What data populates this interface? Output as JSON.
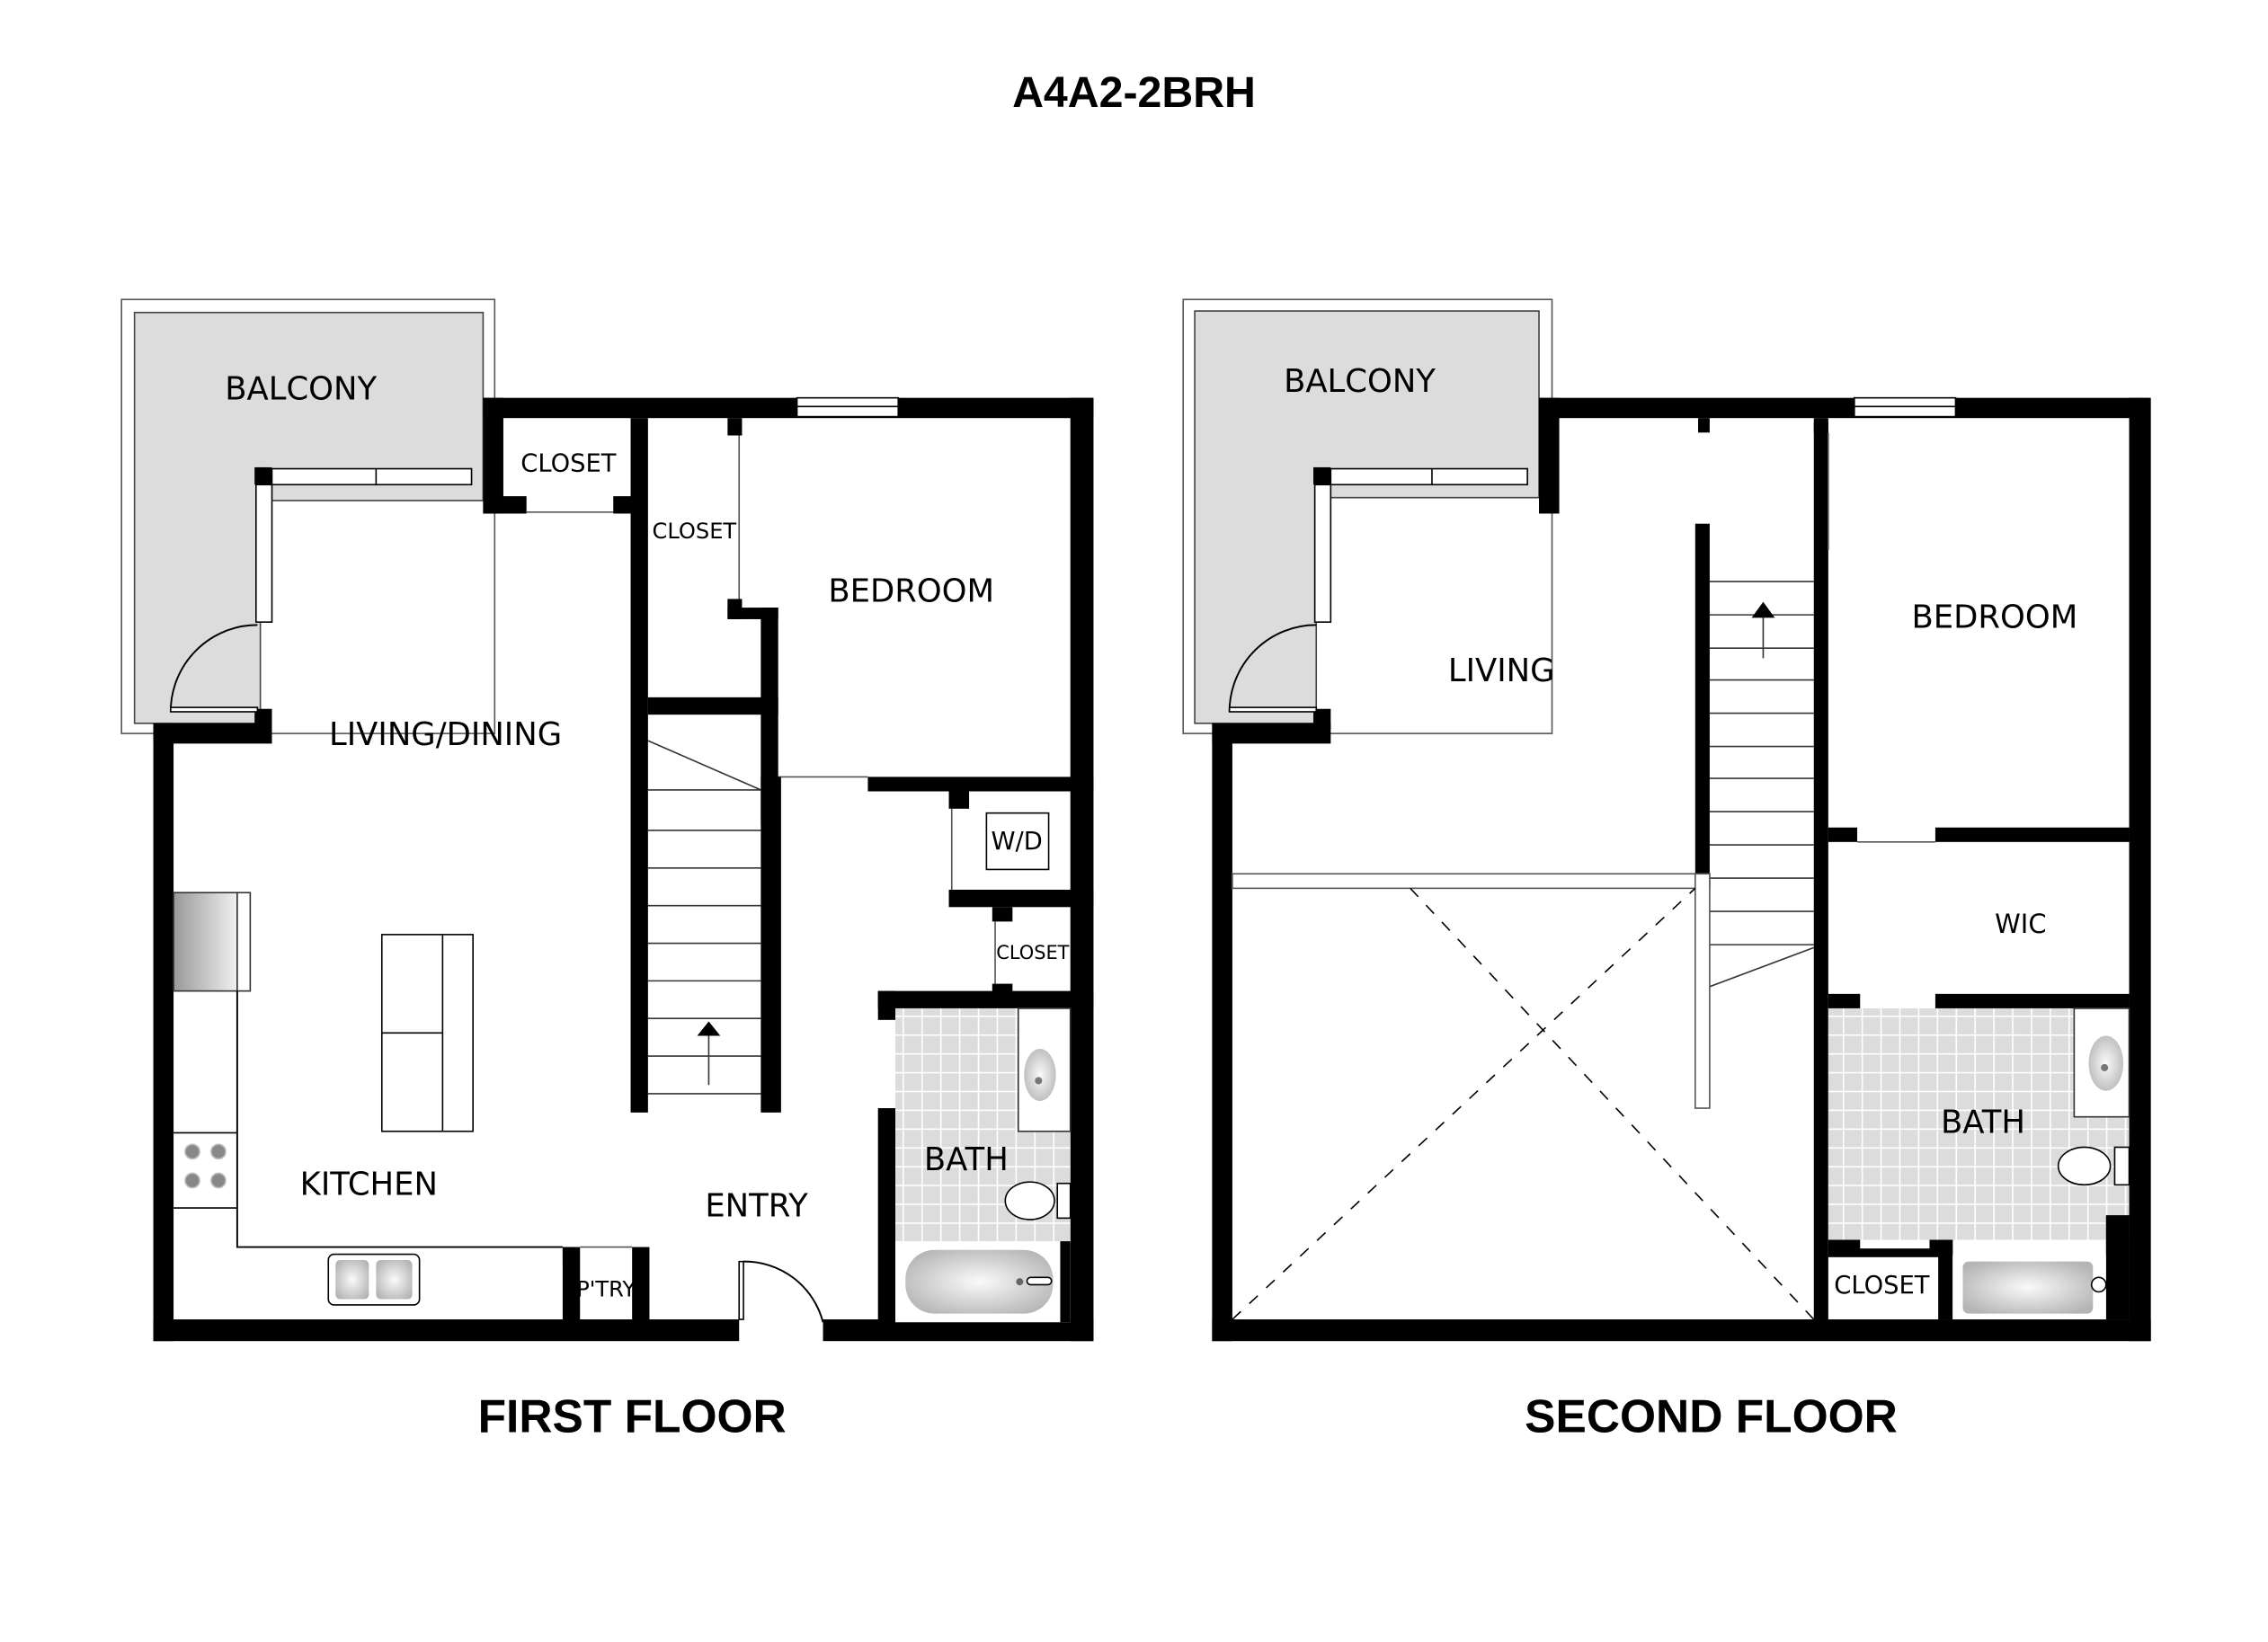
{
  "plan": {
    "title": "A4A2-2BRH",
    "floors": [
      {
        "label": "FIRST FLOOR",
        "rooms": {
          "balcony": "BALCONY",
          "closet_top": "CLOSET",
          "closet_bedroom": "CLOSET",
          "bedroom": "BEDROOM",
          "living_dining": "LIVING/DINING",
          "wd": "W/D",
          "closet_hall": "CLOSET",
          "bath": "BATH",
          "kitchen": "KITCHEN",
          "entry": "ENTRY",
          "pantry": "P'TRY"
        },
        "stair_direction": "up"
      },
      {
        "label": "SECOND FLOOR",
        "rooms": {
          "balcony": "BALCONY",
          "living": "LIVING",
          "bedroom": "BEDROOM",
          "wic": "WIC",
          "bath": "BATH",
          "closet": "CLOSET"
        },
        "open_to_below": true,
        "stair_direction": "up"
      }
    ],
    "colors": {
      "wall": "#000000",
      "balcony_fill": "#dcdcdc",
      "tile_fill": "#dddddd",
      "background": "#ffffff"
    }
  }
}
